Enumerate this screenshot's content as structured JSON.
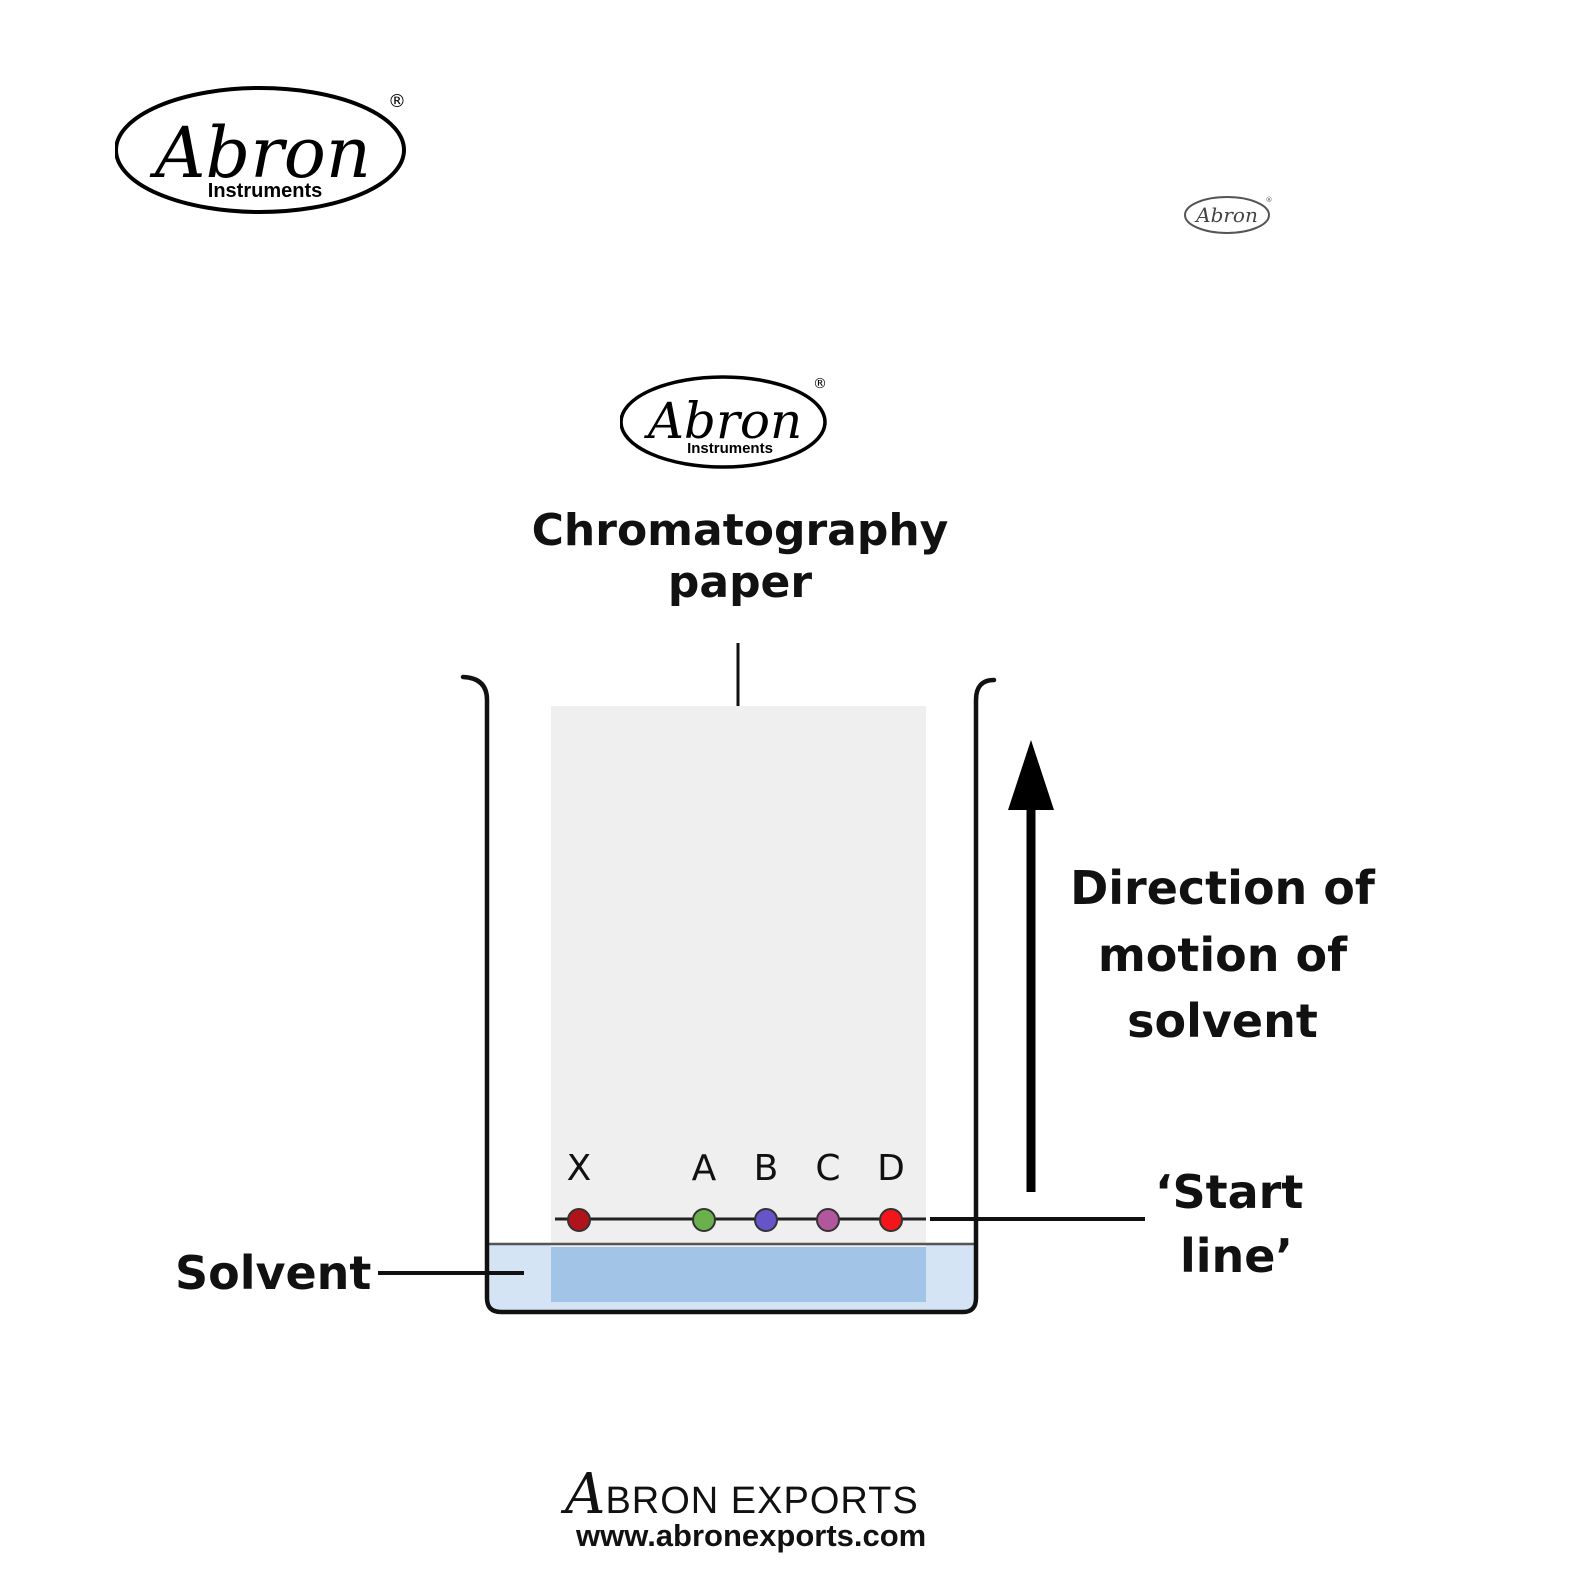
{
  "logos": {
    "brand_name": "Abron",
    "brand_sub": "Instruments",
    "registered_mark": "®"
  },
  "diagram": {
    "paper_label": "Chromatography paper",
    "paper_label_lines": [
      "Chromatography",
      "paper"
    ],
    "direction_label_lines": [
      "Direction of",
      "motion of",
      "solvent"
    ],
    "start_line_label_lines": [
      "‘Start",
      "line’"
    ],
    "solvent_label": "Solvent",
    "spots": [
      {
        "label": "X",
        "color": "#b0131a"
      },
      {
        "label": "A",
        "color": "#6ab04c"
      },
      {
        "label": "B",
        "color": "#6655c8"
      },
      {
        "label": "C",
        "color": "#b0579e"
      },
      {
        "label": "D",
        "color": "#f2161a"
      }
    ],
    "colors": {
      "paper": "#efefef",
      "solvent_outer": "#d4e4f4",
      "solvent_inner": "#a2c4e6",
      "ink": "#111111"
    }
  },
  "footer": {
    "brand_initial": "A",
    "brand_rest": "BRON EXPORTS",
    "website": "www.abronexports.com"
  }
}
